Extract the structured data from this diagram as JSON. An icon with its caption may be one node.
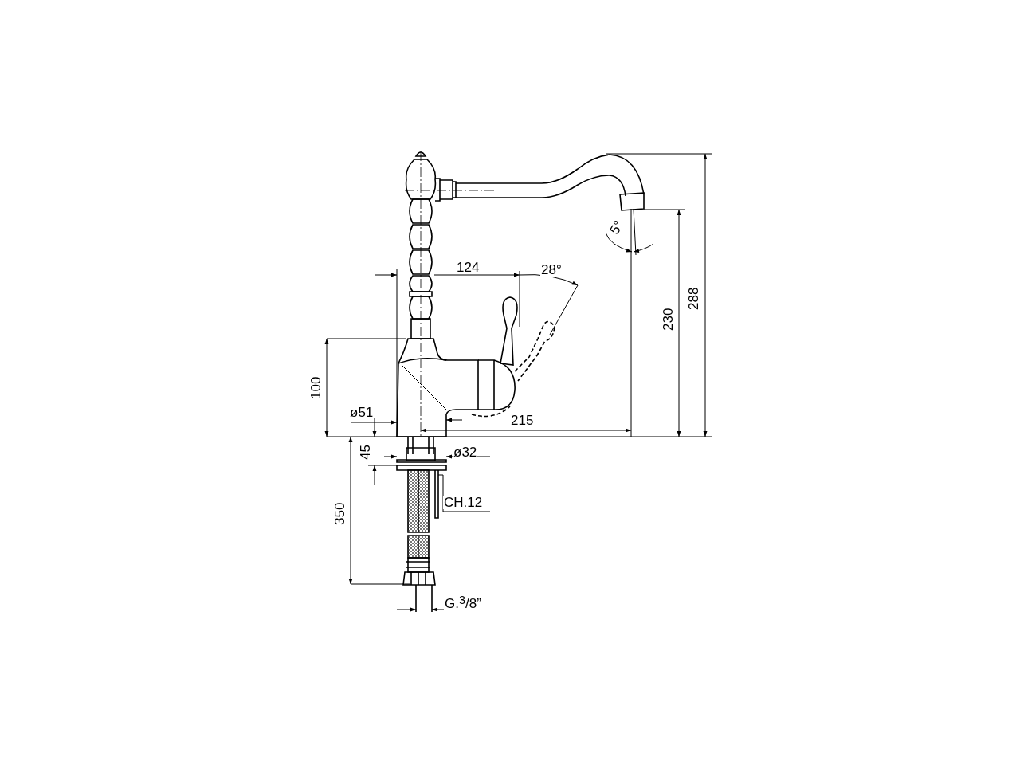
{
  "diagram": {
    "labels": [
      "124",
      "28°",
      "5°",
      "288",
      "230",
      "100",
      "ø51",
      "215",
      "45",
      "ø32",
      "CH.12",
      "350",
      "G.$^{3}$/8”"
    ]
  }
}
